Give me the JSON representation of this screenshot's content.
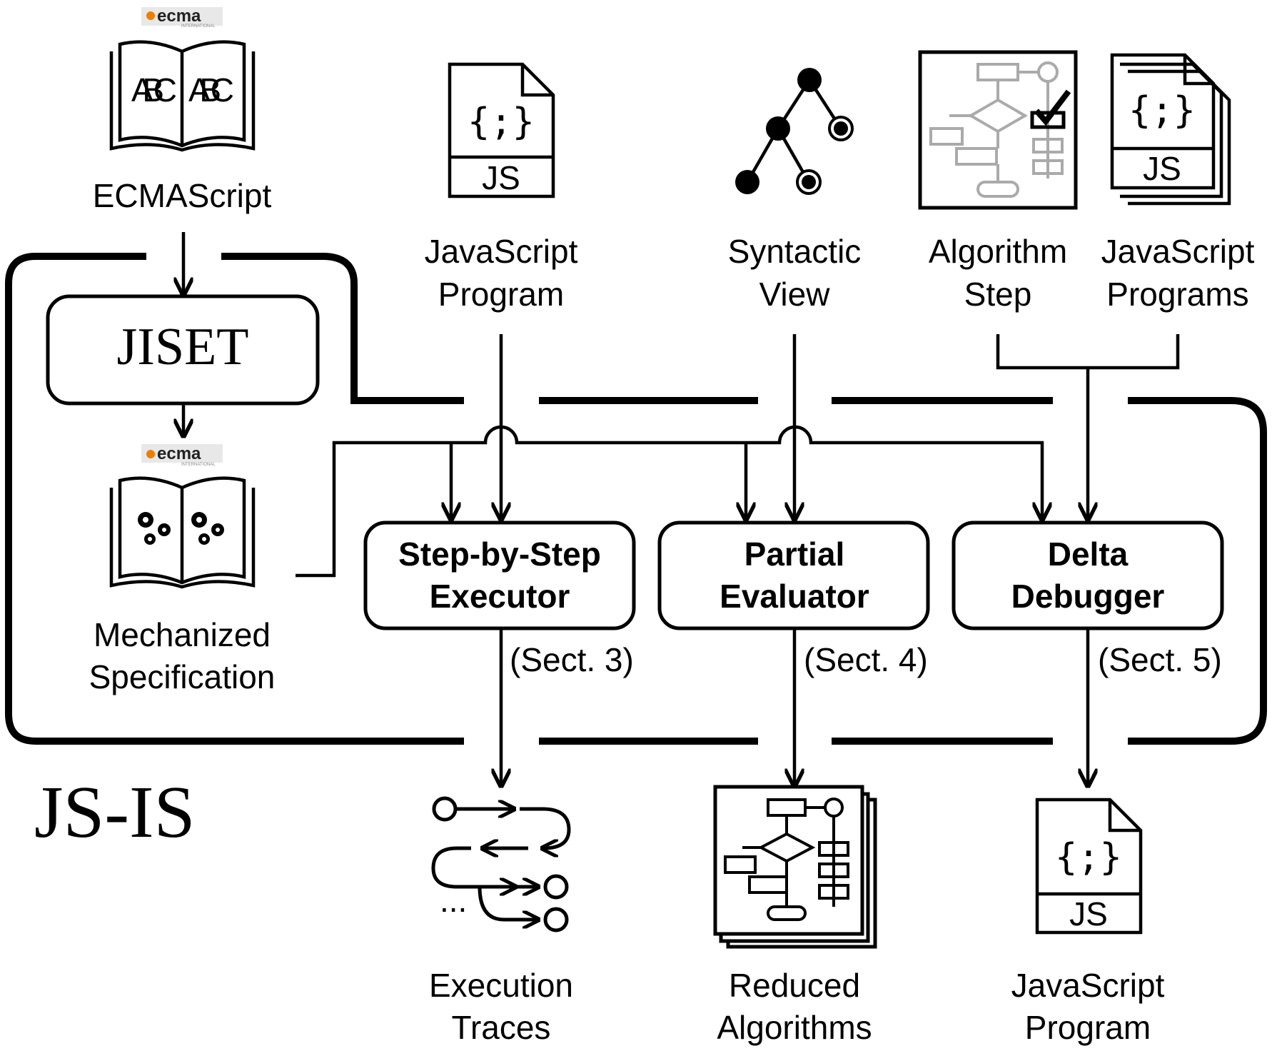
{
  "inputs": {
    "ecmascript": "ECMAScript",
    "js_program_line1": "JavaScript",
    "js_program_line2": "Program",
    "syntactic_line1": "Syntactic",
    "syntactic_line2": "View",
    "algorithm_line1": "Algorithm",
    "algorithm_line2": "Step",
    "js_programs_line1": "JavaScript",
    "js_programs_line2": "Programs"
  },
  "ecma_logo": {
    "text": "ecma",
    "sub": "INTERNATIONAL",
    "dot_color": "#f07d00"
  },
  "book_text": {
    "left": "ABC",
    "right": "ABC"
  },
  "js_file": {
    "braces": "{;}",
    "ext": "JS"
  },
  "jiset": "JISET",
  "mechanized_line1": "Mechanized",
  "mechanized_line2": "Specification",
  "system_name": "JS-IS",
  "tools": [
    {
      "line1": "Step-by-Step",
      "line2": "Executor",
      "section": "(Sect. 3)"
    },
    {
      "line1": "Partial",
      "line2": "Evaluator",
      "section": "(Sect. 4)"
    },
    {
      "line1": "Delta",
      "line2": "Debugger",
      "section": "(Sect. 5)"
    }
  ],
  "outputs": {
    "traces_line1": "Execution",
    "traces_line2": "Traces",
    "reduced_line1": "Reduced",
    "reduced_line2": "Algorithms",
    "js_program_line1": "JavaScript",
    "js_program_line2": "Program"
  },
  "trace_ellipsis": "...",
  "colors": {
    "ink": "#000000",
    "gray_flow": "#aaaaaa",
    "ecma_orange": "#f07d00"
  }
}
